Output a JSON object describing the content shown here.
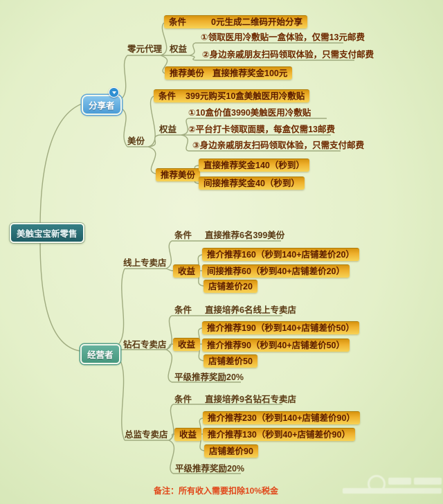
{
  "root": {
    "label": "美触宝宝新零售"
  },
  "sharer": {
    "label": "分享者",
    "zero_agent": {
      "label": "零元代理",
      "condition_label": "条件",
      "condition_value": "0元生成二维码开始分享",
      "rights_label": "权益",
      "rights_items": [
        "①领取医用冷敷贴一盒体验，仅需13元邮费",
        "②身边亲戚朋友扫码领取体验，只需支付邮费"
      ],
      "recommend_label": "推荐美份",
      "recommend_value": "直接推荐奖金100元"
    },
    "meifen": {
      "label": "美份",
      "condition_label": "条件",
      "condition_value": "399元购买10盒美触医用冷敷贴",
      "rights_label": "权益",
      "rights_items": [
        "①10盒价值3990美触医用冷敷贴",
        "②平台打卡领取面膜，每盒仅需13邮费",
        "③身边亲戚朋友扫码领取体验，只需支付邮费"
      ],
      "recommend_label": "推荐美份",
      "recommend_items": [
        "直接推荐奖金140（秒到）",
        "间接推荐奖金40（秒到）"
      ]
    }
  },
  "operator": {
    "label": "经营者",
    "online": {
      "label": "线上专卖店",
      "condition_label": "条件",
      "condition_value": "直接推荐6名399美份",
      "income_label": "收益",
      "income_items": [
        "推介推荐160（秒到140+店铺差价20）",
        "间接推荐60（秒到40+店铺差价20）",
        "店铺差价20"
      ]
    },
    "diamond": {
      "label": "钻石专卖店",
      "condition_label": "条件",
      "condition_value": "直接培养6名线上专卖店",
      "income_label": "收益",
      "income_items": [
        "推介推荐190（秒到140+店铺差价50）",
        "推介推荐90（秒到40+店铺差价50）",
        "店铺差价50"
      ],
      "peer_bonus": "平级推荐奖励20%"
    },
    "director": {
      "label": "总监专卖店",
      "condition_label": "条件",
      "condition_value": "直接培养9名钻石专卖店",
      "income_label": "收益",
      "income_items": [
        "推介推荐230（秒到140+店铺差价90）",
        "推介推荐130（秒到40+店铺差价90）",
        "店铺差价90"
      ],
      "peer_bonus": "平级推荐奖励20%"
    }
  },
  "note": "备注：所有收入需要扣除10%税金",
  "colors": {
    "background": "#e4f0c9",
    "bar_gradient_top": "#d89410",
    "bar_gradient_bottom": "#f7d356",
    "bar_text": "#5c1d00",
    "plain_text": "#5a3a14",
    "item_text": "#6d2900",
    "connector": "#9fab7f",
    "root_fill": "#286f75",
    "sharer_fill": "#58aede",
    "operator_fill": "#54a48e",
    "note_text": "#e0481a"
  }
}
